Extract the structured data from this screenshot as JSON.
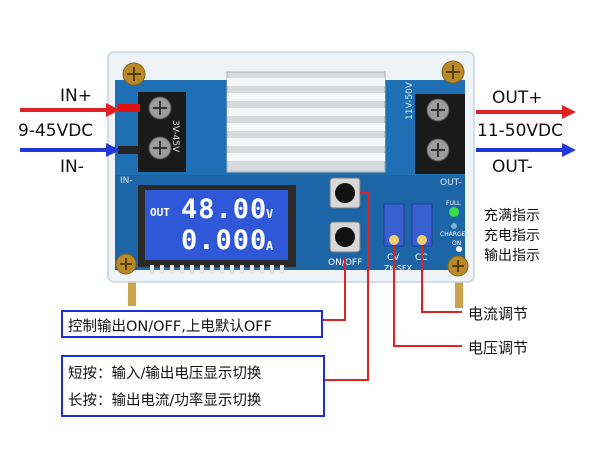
{
  "input": {
    "plus_label": "IN+",
    "voltage_label": "9-45VDC",
    "minus_label": "IN-",
    "pcb_silk": "IN-",
    "pcb_range": "3V-45V"
  },
  "output": {
    "plus_label": "OUT+",
    "voltage_label": "11-50VDC",
    "minus_label": "OUT-",
    "pcb_silk": "OUT-",
    "pcb_range": "11V-50V"
  },
  "lcd": {
    "row1_prefix": "OUT",
    "row1_value": "48.00",
    "row1_unit": "V",
    "row2_value": "0.000",
    "row2_unit": "A"
  },
  "board": {
    "switch_label": "ON/OFF",
    "pot_cv": "CV",
    "pot_cc": "CC",
    "model": "ZK-SFX",
    "led_full": "FULL",
    "led_charge": "CHARGE",
    "led_on": "ON"
  },
  "indicators": {
    "full": "充满指示",
    "charge": "充电指示",
    "output": "输出指示"
  },
  "callouts": {
    "current_adjust": "电流调节",
    "voltage_adjust": "电压调节",
    "onoff_box": "控制输出ON/OFF,上电默认OFF",
    "short_press": "短按：输入/输出电压显示切换",
    "long_press": "长按：输出电流/功率显示切换"
  },
  "colors": {
    "pcb": "#1f6fb4",
    "lcd": "#2f58d8",
    "arrow_in_plus": "#e02222",
    "arrow_in_minus": "#2238d8",
    "callout_line": "#e02222",
    "box_border": "#1a2fd6"
  }
}
